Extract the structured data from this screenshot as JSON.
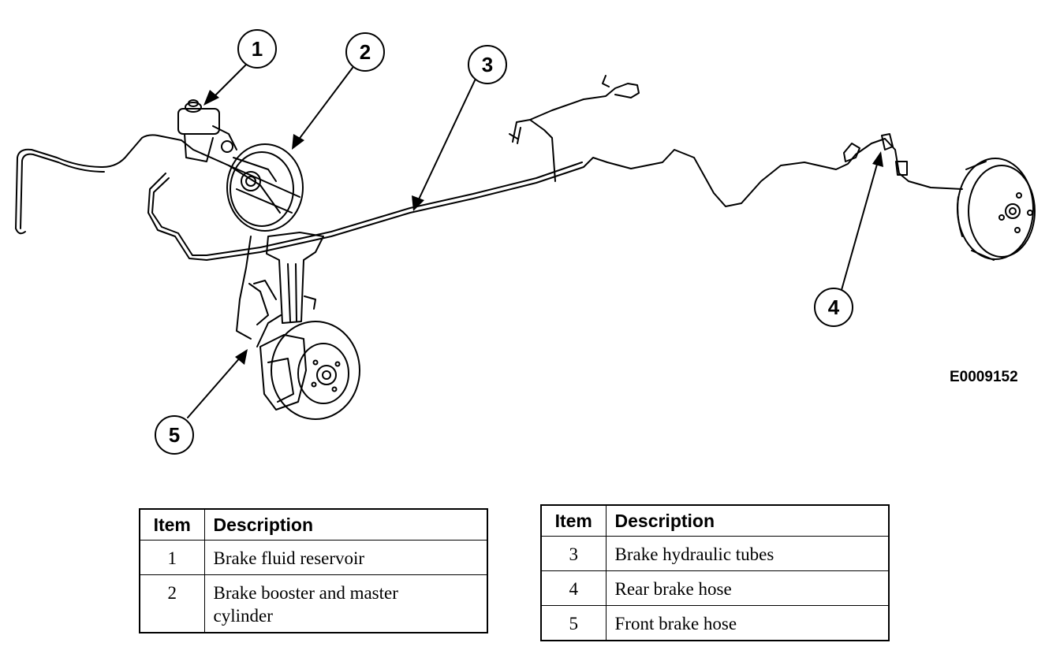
{
  "figure": {
    "id": "E0009152",
    "callouts": [
      "1",
      "2",
      "3",
      "4",
      "5"
    ]
  },
  "table_left": {
    "header_item": "Item",
    "header_description": "Description",
    "rows": [
      {
        "item": "1",
        "description": "Brake fluid reservoir"
      },
      {
        "item": "2",
        "description_line1": "Brake booster and master",
        "description_line2": "cylinder"
      }
    ]
  },
  "table_right": {
    "header_item": "Item",
    "header_description": "Description",
    "rows": [
      {
        "item": "3",
        "description": "Brake hydraulic tubes"
      },
      {
        "item": "4",
        "description": "Rear brake hose"
      },
      {
        "item": "5",
        "description": "Front brake hose"
      }
    ]
  }
}
